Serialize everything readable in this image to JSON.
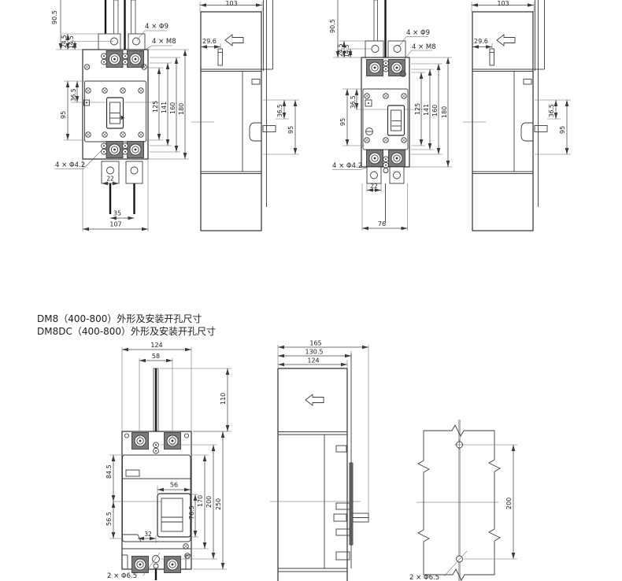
{
  "titles": {
    "line1": "DM8（400-800）外形及安装开孔尺寸",
    "line2": "DM8DC（400-800）外形及安装开孔尺寸"
  },
  "colors": {
    "paper": "#ffffff",
    "ink": "#3c3c3c",
    "rail_gray": "#b9b9b9"
  },
  "front_a": {
    "above_height": "90.5",
    "tab_offset": "24.5",
    "hole_offset": "14.5",
    "top_holes": "4 × Φ9",
    "top_threads": "4 × M8",
    "cover_top_offset": "36.5",
    "cover_span": "95",
    "m125": "125",
    "m141": "141",
    "m160": "160",
    "m180": "180",
    "small_holes": "4 × Φ4.2",
    "tab_width": "22",
    "pole_pitch": "35",
    "overall_width": "107"
  },
  "side_a": {
    "depth": "103",
    "handle_offset": "29.6",
    "rail_offset": "36.5",
    "rail_span": "95"
  },
  "front_b": {
    "above_height": "90.5",
    "tab_offset": "24.5",
    "hole_offset": "14.5",
    "top_holes": "4 × Φ9",
    "top_threads": "4 × M8",
    "cover_top_offset": "36.5",
    "cover_span": "95",
    "m125": "125",
    "m141": "141",
    "m160": "160",
    "m180": "180",
    "small_holes": "4 × Φ4.2",
    "tab_width": "22",
    "overall_width": "76"
  },
  "side_b": {
    "depth": "103",
    "handle_offset": "29.6",
    "rail_offset": "36.5",
    "rail_span": "95"
  },
  "front_c": {
    "overall_width": "124",
    "pole_pitch": "58",
    "above_height": "110",
    "m84_5": "84.5",
    "handle_width": "56",
    "m56_5": "56.5",
    "m76_5": "76.5",
    "m32": "32",
    "m170": "170",
    "m200": "200",
    "m250": "250",
    "mount_holes": "2 × Φ6.5"
  },
  "side_c": {
    "overall_depth": "165",
    "m130_5": "130.5",
    "m124": "124"
  },
  "drill": {
    "hole_pitch": "200",
    "holes": "2 × Φ6.5"
  }
}
